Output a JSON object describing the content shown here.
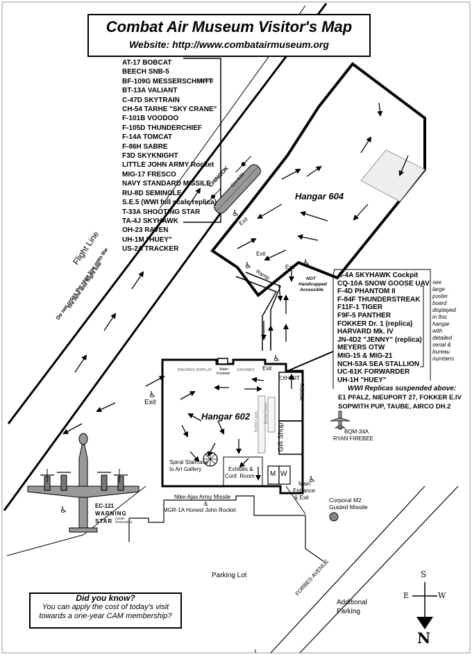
{
  "header": {
    "title": "Combat Air Museum Visitor's Map",
    "website": "Website: http://www.combatairmuseum.org"
  },
  "outdoor_list": [
    "AT-17 BOBCAT",
    "BEECH SNB-5",
    "BF-109G MESSERSCHMITT",
    "BT-13A VALIANT",
    "C-47D SKYTRAIN",
    "CH-54 TARHE \"SKY CRANE\"",
    "F-101B VOODOO",
    "F-105D THUNDERCHIEF",
    "F-14A TOMCAT",
    "F-86H SABRE",
    "F3D SKYKNIGHT",
    "LITTLE JOHN ARMY Rocket",
    "MIG-17 FRESCO",
    "NAVY STANDARD MISSILE",
    "RU-8D SEMINOLE",
    "S.E.5 (WWI full scale replica)",
    "T-33A SHOOTING STAR",
    "TA-4J SKYHAWK",
    "OH-23 RAVEN",
    "UH-1M \"HUEY\"",
    "US-2A TRACKER"
  ],
  "outdoor_replica_note": "(replica)",
  "hangar602_list": [
    "A-4A SKYHAWK Cockpit",
    "CQ-10A SNOW GOOSE UAV",
    "F-4D PHANTOM II",
    "F-84F THUNDERSTREAK",
    "F11F-1 TIGER",
    "F9F-5 PANTHER",
    "FOKKER Dr. 1 (replica)",
    "HARVARD Mk. IV",
    "JN-4D2 \"JENNY\" (replica)",
    "MEYERS OTW",
    "MIG-15 & MIG-21",
    "NCH-53A SEA STALLION",
    "UC-61K FORWARDER",
    "UH-1H \"HUEY\""
  ],
  "wwi_heading": "WWI Replicas suspended above:",
  "wwi_lines": [
    "E1 PFALZ, NIEUPORT 27, FOKKER E.IV",
    "SOPWITH PUP, TAUBE, AIRCO DH.2"
  ],
  "poster_note": [
    "see",
    "large",
    "poster",
    "board",
    "displayed",
    "in this",
    "hangar",
    "with",
    "detailed",
    "serial &",
    "bureau",
    "numbers"
  ],
  "labels": {
    "hangar604": "Hangar 604",
    "hangar602": "Hangar 602",
    "chinook": "CHINOOK",
    "chinook_model": "CH-47D",
    "flight_line": "Flight Line",
    "rope_warning_1": "Do not cross the rope line onto the",
    "rope_warning_2": "fire lane and flight line",
    "exit": "Exit",
    "ramp": "Ramp",
    "not_accessible_1": "NOT",
    "not_accessible_2": "Handicapped",
    "not_accessible_3": "Accessible",
    "engines_display": "ENGINES DISPLAY",
    "engines": "ENGINES",
    "water_fountain_1": "Water",
    "water_fountain_2": "Fountain",
    "exhibit": "EXHIBIT",
    "room": "ROOM",
    "gift_shop": "Gift Shop",
    "exhibit_cases": "Exhibit Cases",
    "spiral_staircase_1": "Spiral Staircase",
    "spiral_staircase_2": "to Art Gallery",
    "exhibits_conf_1": "Exhibits &",
    "exhibits_conf_2": "Conf. Room",
    "restroom_m": "M",
    "restroom_w": "W",
    "main_entrance_1": "Main",
    "main_entrance_2": "Entrance",
    "main_entrance_3": "& Exit",
    "bqm": "BQM-34A",
    "ryan": "RYAN FIREBEE",
    "corporal_1": "Corporal M2",
    "corporal_2": "Guided Missile",
    "ec121_1": "EC-121",
    "ec121_2": "WARNING",
    "ec121_3": "STAR",
    "ec121_note_1": "(Under",
    "ec121_note_2": "Restoration)",
    "nike_1": "Nike-Ajax Army Missile",
    "nike_2": "&",
    "nike_3": "MGR-1A Honest John Rocket",
    "parking_lot": "Parking Lot",
    "forbes_avenue": "FORBES AVENUE",
    "additional_1": "Additional",
    "additional_2": "Parking",
    "compass_n": "N",
    "compass_s": "S",
    "compass_e": "E",
    "compass_w": "W"
  },
  "did_you_know": {
    "question": "Did you know?",
    "line1": "You can apply the cost of today's visit",
    "line2": "towards a one-year CAM membership?"
  }
}
